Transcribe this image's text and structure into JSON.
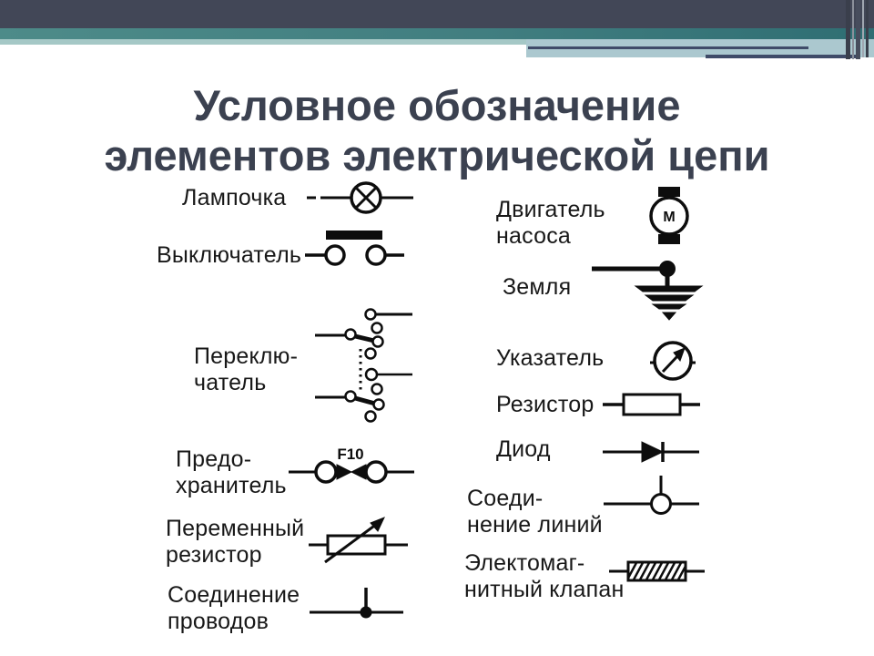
{
  "slide": {
    "title_line1": "Условное обозначение",
    "title_line2": "элементов электрической цепи"
  },
  "left_column": {
    "items": [
      {
        "label": "Лампочка",
        "symbol": "lamp-symbol"
      },
      {
        "label": "Выключатель",
        "symbol": "switch-symbol"
      },
      {
        "label": "Переклю-\nчатель",
        "symbol": "toggle-switch-symbol"
      },
      {
        "label": "Предо-\nхранитель",
        "symbol": "fuse-symbol",
        "annotation": "F10"
      },
      {
        "label": "Переменный\nрезистор",
        "symbol": "variable-resistor-symbol"
      },
      {
        "label": "Соединение\nпроводов",
        "symbol": "wire-junction-symbol"
      }
    ]
  },
  "right_column": {
    "items": [
      {
        "label": "Двигатель\nнасоса",
        "symbol": "motor-symbol",
        "annotation": "M"
      },
      {
        "label": "Земля",
        "symbol": "ground-symbol"
      },
      {
        "label": "Указатель",
        "symbol": "indicator-symbol"
      },
      {
        "label": "Резистор",
        "symbol": "resistor-symbol"
      },
      {
        "label": "Диод",
        "symbol": "diode-symbol"
      },
      {
        "label": "Соеди-\nнение линий",
        "symbol": "line-junction-symbol"
      },
      {
        "label": "Электомаг-\nнитный клапан",
        "symbol": "solenoid-valve-symbol"
      }
    ]
  },
  "colors": {
    "header_dark": "#424757",
    "header_teal": "#47817f",
    "header_light_strip": "#a5c8c6",
    "header_panel": "#abc8cf",
    "accent_line": "#3f4b68",
    "title_text": "#3b4150",
    "diagram_ink": "#0d0d0d",
    "background": "#ffffff"
  }
}
